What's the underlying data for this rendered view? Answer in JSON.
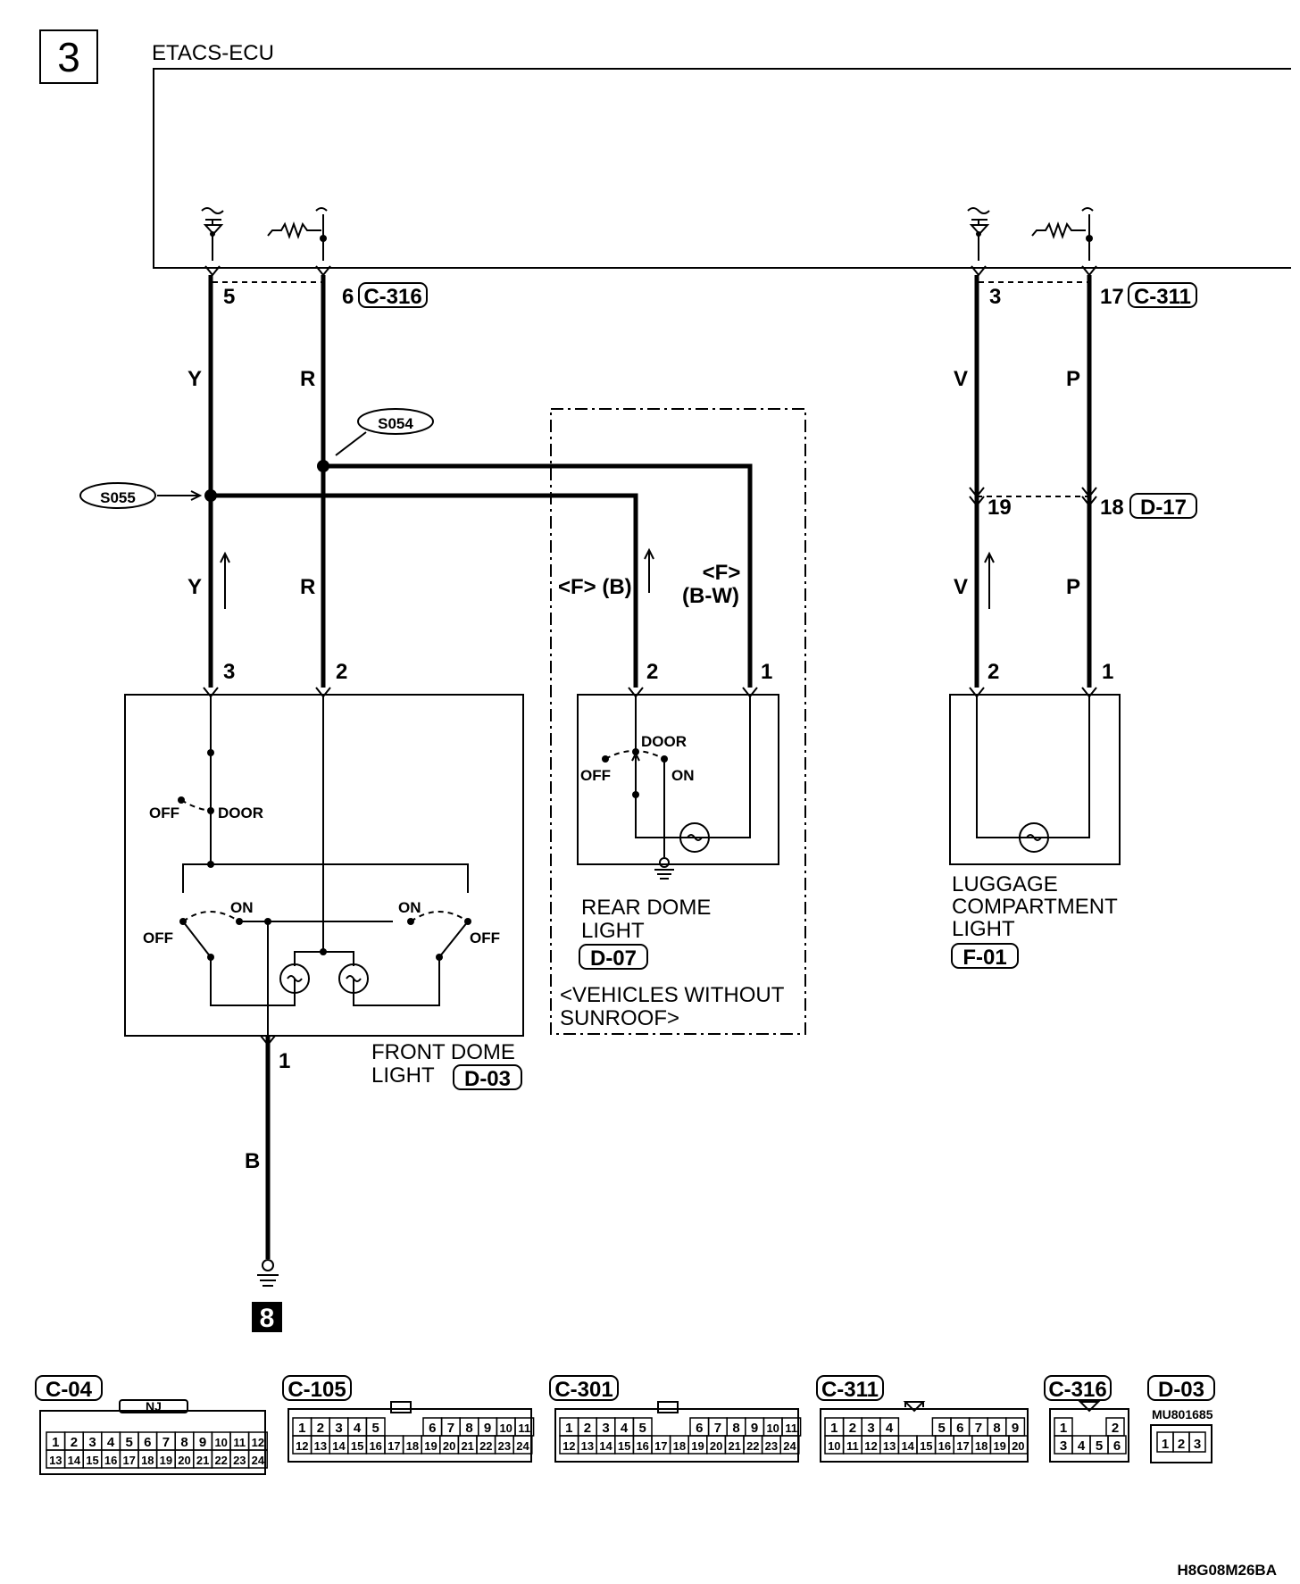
{
  "page_number": "3",
  "ecu_label": "ETACS-ECU",
  "ecu_connectors": {
    "left": {
      "pin_a": "5",
      "pin_b": "6",
      "code": "C-316"
    },
    "right": {
      "pin_a": "3",
      "pin_b": "17",
      "code": "C-311"
    }
  },
  "splices": {
    "s054": "S054",
    "s055": "S055"
  },
  "wire_colors": {
    "y_upper": "Y",
    "r_upper": "R",
    "y_lower": "Y",
    "r_lower": "R",
    "v_upper": "V",
    "p_upper": "P",
    "v_lower": "V",
    "p_lower": "P",
    "ground": "B",
    "rear_left": "<F> (B)",
    "rear_right_1": "<F>",
    "rear_right_2": "(B-W)"
  },
  "relay_connector": {
    "pin_a": "19",
    "pin_b": "18",
    "code": "D-17"
  },
  "front_dome": {
    "pin_y": "3",
    "pin_r": "2",
    "pin_gnd": "1",
    "sw_off": "OFF",
    "sw_door": "DOOR",
    "left_on": "ON",
    "left_off": "OFF",
    "right_on": "ON",
    "right_off": "OFF",
    "name_line1": "FRONT DOME",
    "name_line2": "LIGHT",
    "code": "D-03"
  },
  "rear_dome": {
    "pin_left": "2",
    "pin_right": "1",
    "sw_door": "DOOR",
    "sw_off": "OFF",
    "sw_on": "ON",
    "name_line1": "REAR DOME",
    "name_line2": "LIGHT",
    "code": "D-07",
    "note_line1": "<VEHICLES WITHOUT",
    "note_line2": "SUNROOF>"
  },
  "luggage_light": {
    "pin_left": "2",
    "pin_right": "1",
    "name_line1": "LUGGAGE",
    "name_line2": "COMPARTMENT",
    "name_line3": "LIGHT",
    "code": "F-01"
  },
  "ground_ref": "8",
  "connector_views": [
    {
      "code": "C-04",
      "tag": "NJ"
    },
    {
      "code": "C-105"
    },
    {
      "code": "C-301"
    },
    {
      "code": "C-311"
    },
    {
      "code": "C-316"
    },
    {
      "code": "D-03",
      "part": "MU801685"
    }
  ],
  "pin_rows": {
    "c04_top": [
      "1",
      "2",
      "3",
      "4",
      "5",
      "6",
      "7",
      "8",
      "9",
      "10",
      "11",
      "12"
    ],
    "c04_bottom": [
      "13",
      "14",
      "15",
      "16",
      "17",
      "18",
      "19",
      "20",
      "21",
      "22",
      "23",
      "24"
    ],
    "c105_top": [
      "1",
      "2",
      "3",
      "4",
      "5",
      "6",
      "7",
      "8",
      "9",
      "10",
      "11"
    ],
    "c105_bottom": [
      "12",
      "13",
      "14",
      "15",
      "16",
      "17",
      "18",
      "19",
      "20",
      "21",
      "22",
      "23",
      "24"
    ],
    "c311_top": [
      "1",
      "2",
      "3",
      "4",
      "5",
      "6",
      "7",
      "8",
      "9"
    ],
    "c311_bottom": [
      "10",
      "11",
      "12",
      "13",
      "14",
      "15",
      "16",
      "17",
      "18",
      "19",
      "20"
    ],
    "c316_top": [
      "1",
      "2"
    ],
    "c316_bottom": [
      "3",
      "4",
      "5",
      "6"
    ],
    "d03_pins": [
      "1",
      "2",
      "3"
    ]
  },
  "doc_code": "H8G08M26BA"
}
